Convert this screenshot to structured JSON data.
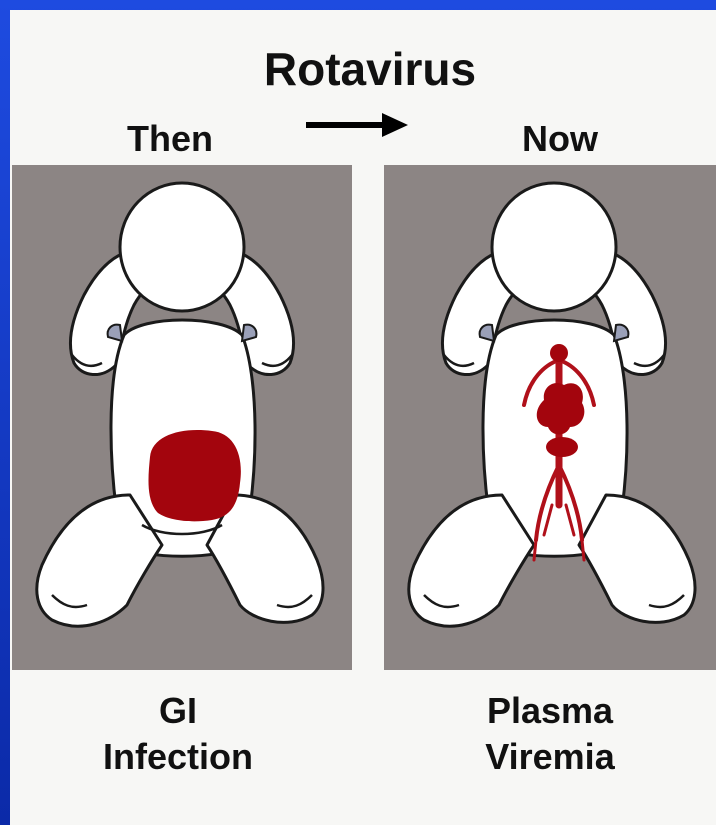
{
  "title": "Rotavirus",
  "panels": [
    {
      "header": "Then",
      "caption_line1": "GI",
      "caption_line2": "Infection",
      "icon": "infant-gi-infection-illustration"
    },
    {
      "header": "Now",
      "caption_line1": "Plasma",
      "caption_line2": "Viremia",
      "icon": "infant-plasma-viremia-illustration"
    }
  ],
  "colors": {
    "frame": "#1e4be0",
    "panel_background": "#8c8584",
    "infection_red": "#a3050d",
    "text": "#111111"
  }
}
